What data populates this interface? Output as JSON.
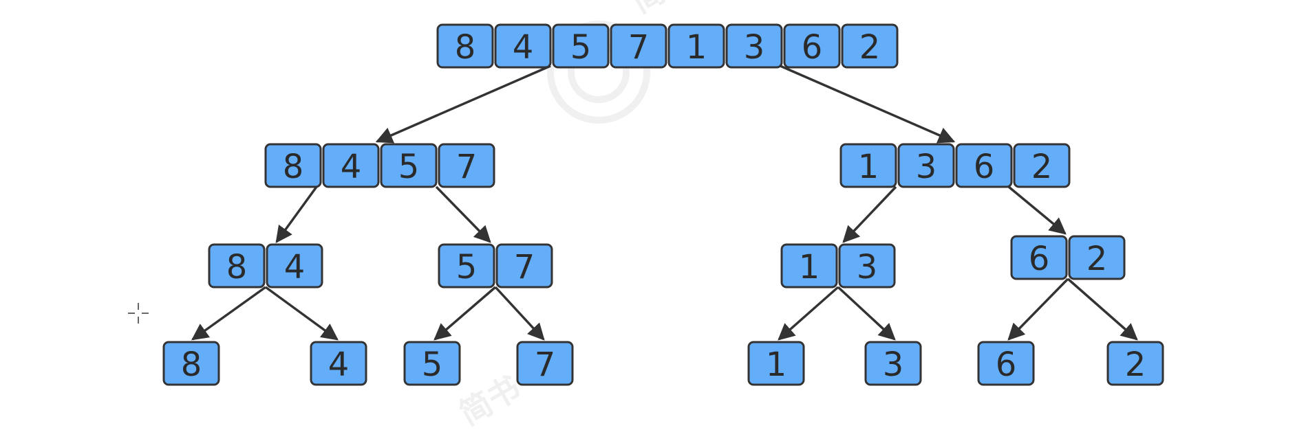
{
  "colors": {
    "cell_fill": "#64aef9",
    "cell_border": "#333333",
    "arrow": "#333333",
    "text": "#2a2a2a"
  },
  "tree": {
    "root": {
      "id": "n0",
      "values": [
        "8",
        "4",
        "5",
        "7",
        "1",
        "3",
        "6",
        "2"
      ]
    },
    "level1": [
      {
        "id": "n1",
        "values": [
          "8",
          "4",
          "5",
          "7"
        ]
      },
      {
        "id": "n2",
        "values": [
          "1",
          "3",
          "6",
          "2"
        ]
      }
    ],
    "level2": [
      {
        "id": "n3",
        "values": [
          "8",
          "4"
        ]
      },
      {
        "id": "n4",
        "values": [
          "5",
          "7"
        ]
      },
      {
        "id": "n5",
        "values": [
          "1",
          "3"
        ]
      },
      {
        "id": "n6",
        "values": [
          "6",
          "2"
        ]
      }
    ],
    "level3": [
      {
        "id": "n7",
        "values": [
          "8"
        ]
      },
      {
        "id": "n8",
        "values": [
          "4"
        ]
      },
      {
        "id": "n9",
        "values": [
          "5"
        ]
      },
      {
        "id": "n10",
        "values": [
          "7"
        ]
      },
      {
        "id": "n11",
        "values": [
          "1"
        ]
      },
      {
        "id": "n12",
        "values": [
          "3"
        ]
      },
      {
        "id": "n13",
        "values": [
          "6"
        ]
      },
      {
        "id": "n14",
        "values": [
          "2"
        ]
      }
    ]
  },
  "edges": [
    [
      "n0",
      "n1"
    ],
    [
      "n0",
      "n2"
    ],
    [
      "n1",
      "n3"
    ],
    [
      "n1",
      "n4"
    ],
    [
      "n2",
      "n5"
    ],
    [
      "n2",
      "n6"
    ],
    [
      "n3",
      "n7"
    ],
    [
      "n3",
      "n8"
    ],
    [
      "n4",
      "n9"
    ],
    [
      "n4",
      "n10"
    ],
    [
      "n5",
      "n11"
    ],
    [
      "n5",
      "n12"
    ],
    [
      "n6",
      "n13"
    ],
    [
      "n6",
      "n14"
    ]
  ]
}
